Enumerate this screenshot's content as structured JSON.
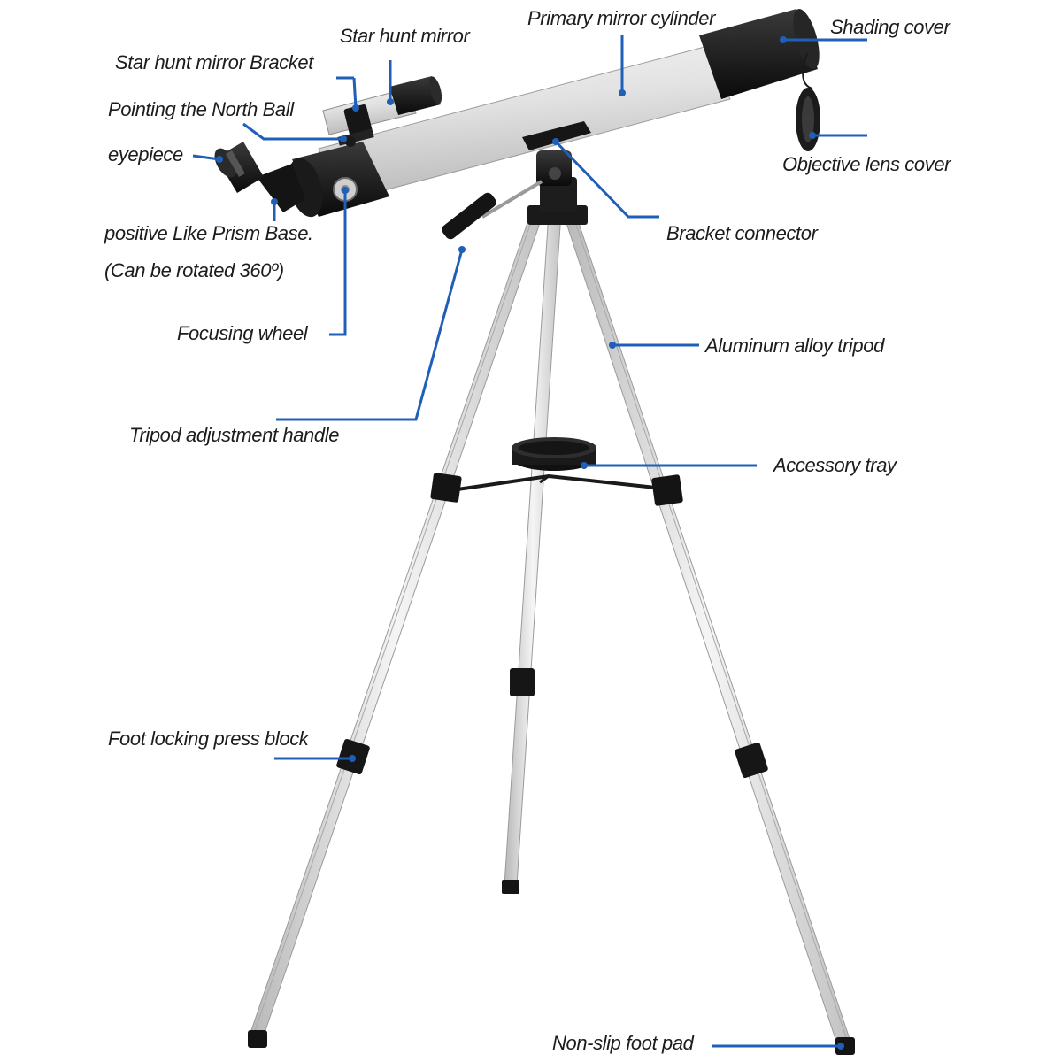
{
  "labels": {
    "primary_mirror_cylinder": "Primary mirror cylinder",
    "shading_cover": "Shading cover",
    "star_hunt_mirror": "Star hunt mirror",
    "star_hunt_mirror_bracket": "Star hunt mirror Bracket",
    "pointing_north_ball": "Pointing the North Ball",
    "eyepiece": "eyepiece",
    "objective_lens_cover": "Objective lens cover",
    "prism_base_line1": "positive Like Prism Base.",
    "prism_base_line2": "(Can be rotated 360º)",
    "bracket_connector": "Bracket connector",
    "focusing_wheel": "Focusing wheel",
    "aluminum_alloy_tripod": "Aluminum alloy tripod",
    "tripod_adjustment_handle": "Tripod adjustment handle",
    "accessory_tray": "Accessory tray",
    "foot_locking_press_block": "Foot locking press block",
    "non_slip_foot_pad": "Non-slip foot pad"
  },
  "colors": {
    "leader": "#1f5fb8",
    "tube": "#e6e6e6",
    "black_parts": "#141414",
    "leg": "#dcdcdc"
  }
}
